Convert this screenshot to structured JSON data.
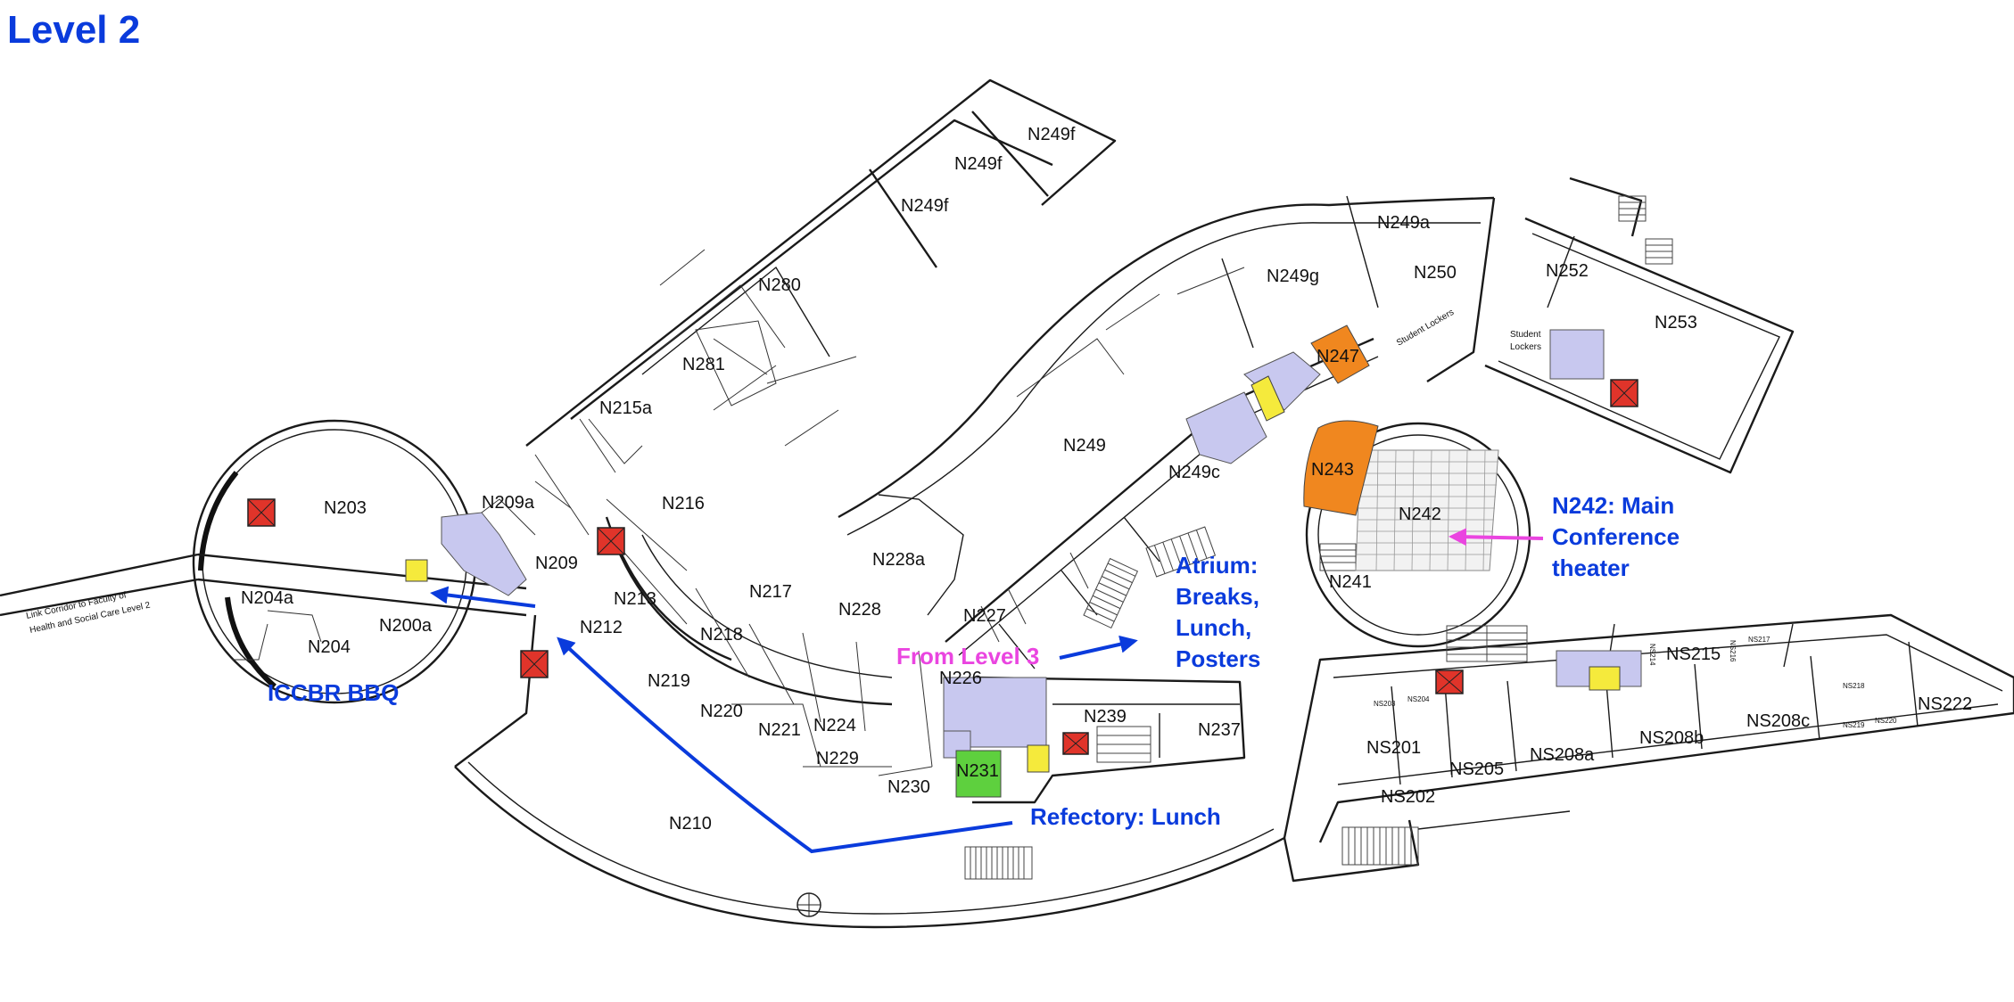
{
  "page_title": "Level 2",
  "colors": {
    "annotation_blue": "#0a3bdc",
    "annotation_pink": "#ea45e0",
    "lift_red": "#e0342a",
    "toilet_lavender": "#c8c8ef",
    "yellow": "#f5ea3c",
    "orange": "#f0871f",
    "green": "#5ed03e"
  },
  "annotations": {
    "bbq": "ICCBR BBQ",
    "from_level3": "From Level 3",
    "atrium": [
      "Atrium:",
      "Breaks,",
      "Lunch,",
      "Posters"
    ],
    "n242": [
      "N242: Main",
      "Conference",
      "theater"
    ],
    "refectory": "Refectory: Lunch",
    "link_corridor": [
      "Link Corridor to Faculty of",
      "Health and Social Care Level 2"
    ],
    "student_lockers": "Student Lockers",
    "student_lockers_2": [
      "Student",
      "Lockers"
    ]
  },
  "rooms": {
    "N203": "N203",
    "N204a": "N204a",
    "N204": "N204",
    "N200a": "N200a",
    "N209a": "N209a",
    "N209": "N209",
    "N215a": "N215a",
    "N216": "N216",
    "N213": "N213",
    "N212": "N212",
    "N217": "N217",
    "N218": "N218",
    "N219": "N219",
    "N220": "N220",
    "N221": "N221",
    "N224": "N224",
    "N229": "N229",
    "N230": "N230",
    "N231": "N231",
    "N226": "N226",
    "N228a": "N228a",
    "N228": "N228",
    "N227": "N227",
    "N239": "N239",
    "N237": "N237",
    "N210": "N210",
    "N280": "N280",
    "N281": "N281",
    "N249f_1": "N249f",
    "N249f_2": "N249f",
    "N249f_3": "N249f",
    "N249": "N249",
    "N249a": "N249a",
    "N249g": "N249g",
    "N250": "N250",
    "N249c": "N249c",
    "N247": "N247",
    "N252": "N252",
    "N253": "N253",
    "N243": "N243",
    "N242": "N242",
    "N241": "N241",
    "NS215": "NS215",
    "NS222": "NS222",
    "NS208c": "NS208c",
    "NS208b": "NS208b",
    "NS208a": "NS208a",
    "NS205": "NS205",
    "NS201": "NS201",
    "NS202": "NS202",
    "NS216": "NS216",
    "NS217": "NS217",
    "NS218": "NS218",
    "NS219": "NS219",
    "NS220": "NS220",
    "NS203": "NS203",
    "NS204": "NS204",
    "NS214": "NS214"
  }
}
